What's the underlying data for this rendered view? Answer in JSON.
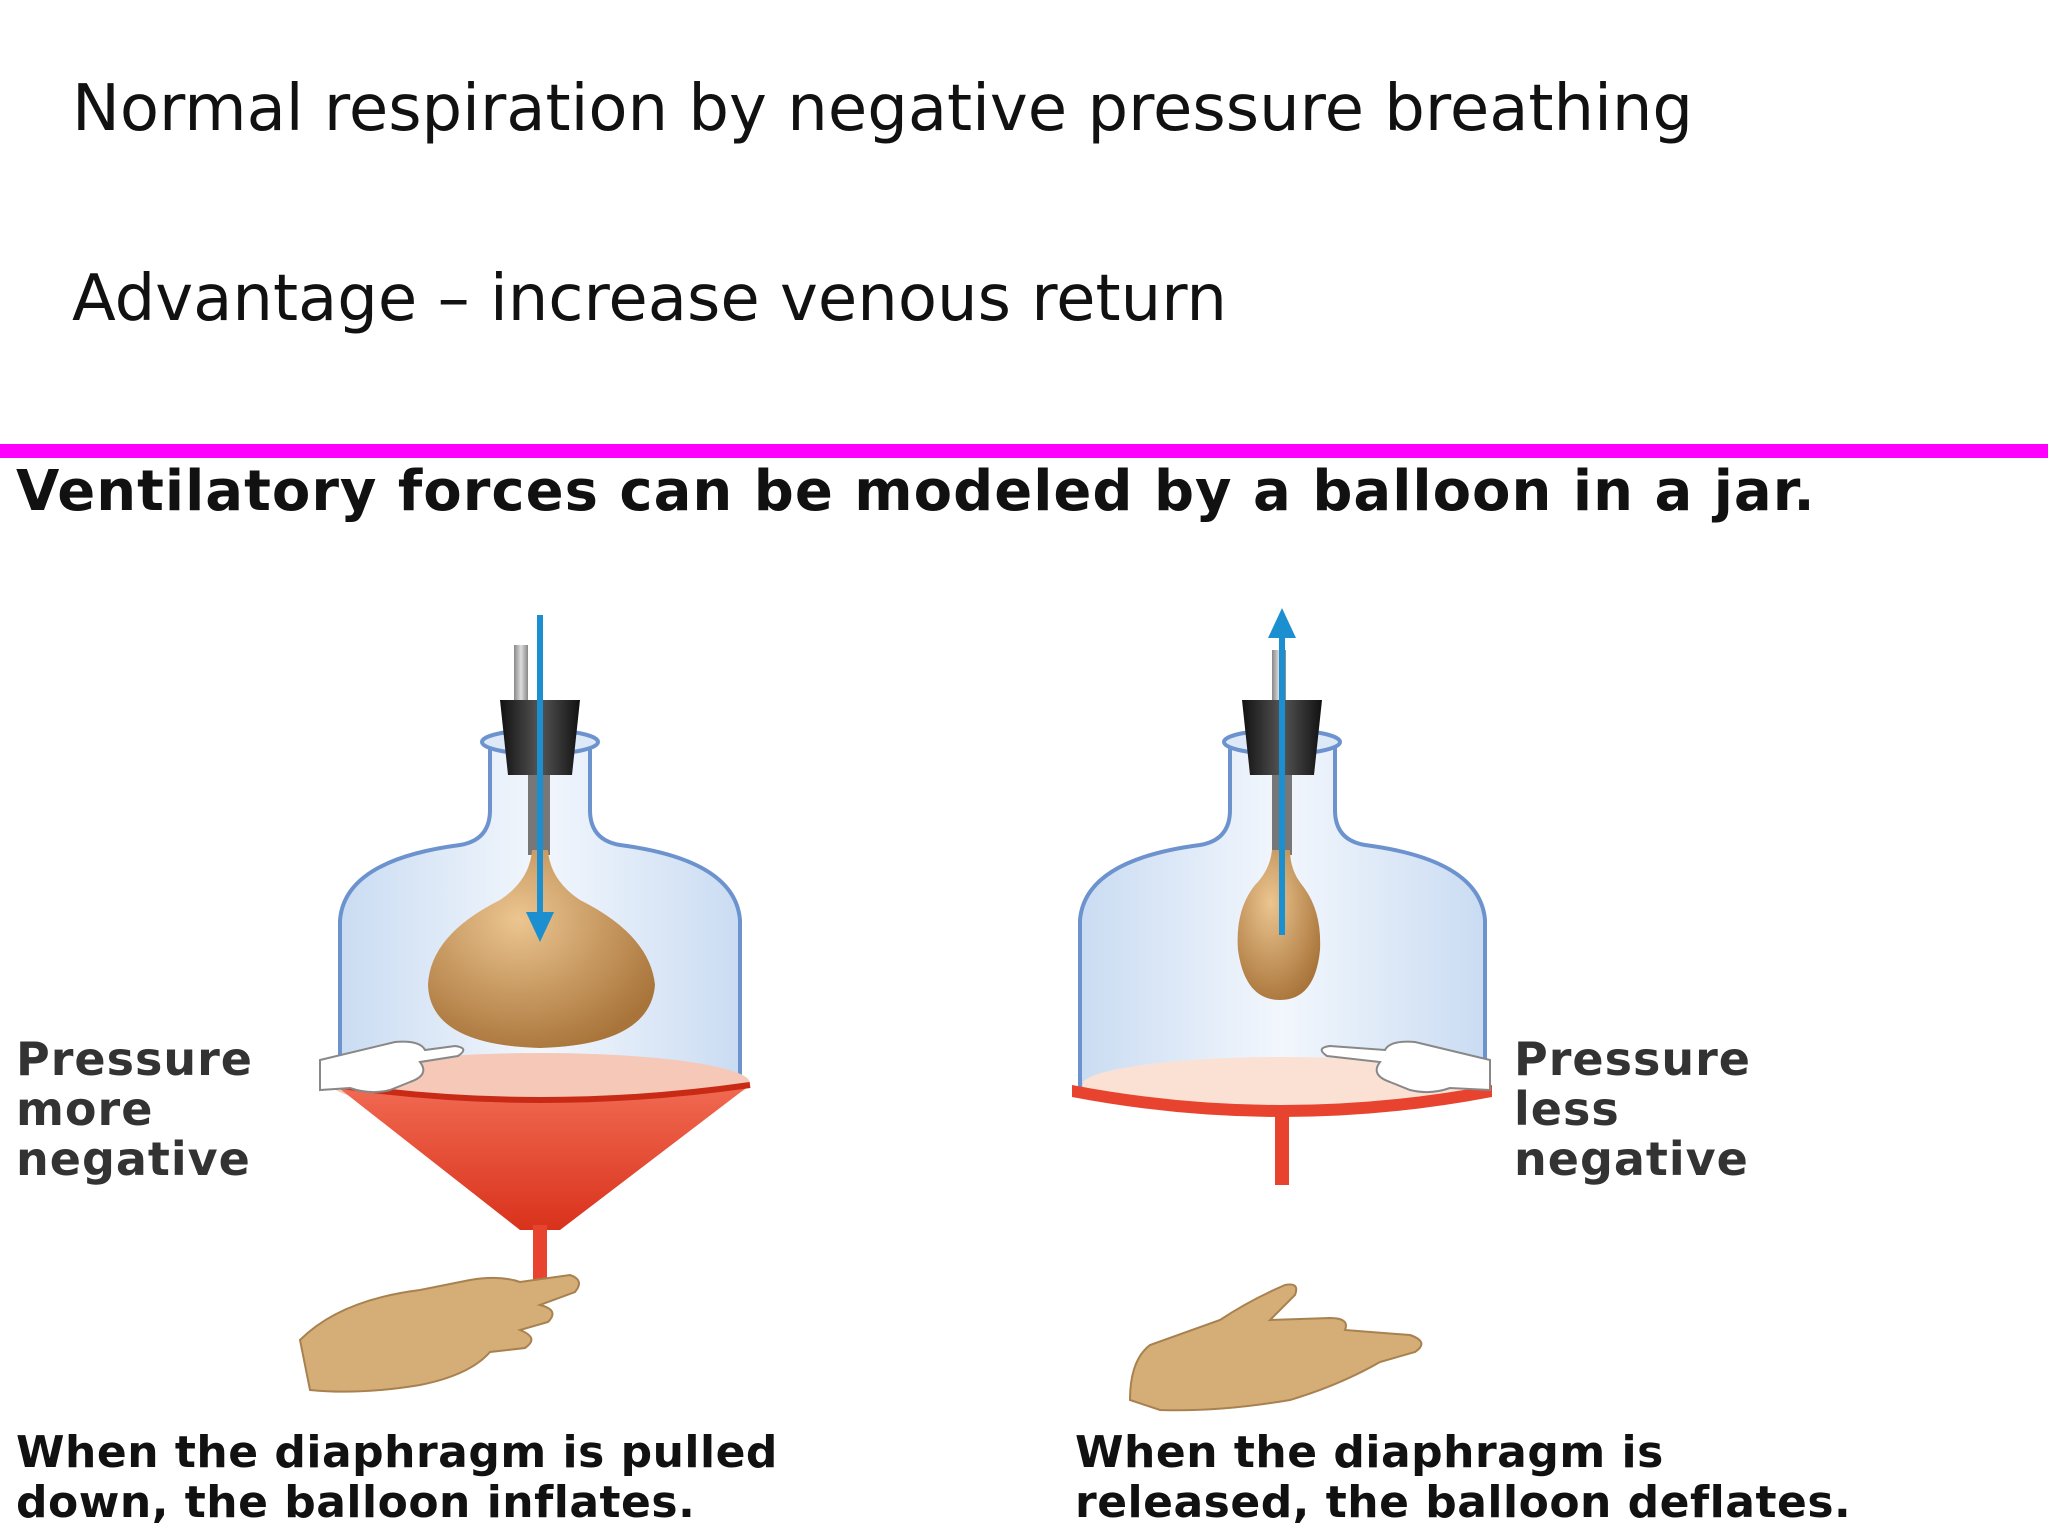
{
  "slide": {
    "line1": "Normal respiration by negative pressure breathing",
    "line2": "Advantage – increase venous return"
  },
  "figure": {
    "title": "Ventilatory forces can be modeled by a balloon in a jar.",
    "left_panel": {
      "label_lines": [
        "Pressure",
        "more",
        "negative"
      ],
      "caption_lines": [
        "When the diaphragm is pulled",
        "down, the balloon inflates."
      ]
    },
    "right_panel": {
      "label_lines": [
        "Pressure",
        "less",
        "negative"
      ],
      "caption_lines": [
        "When the diaphragm is",
        "released, the balloon deflates."
      ]
    }
  },
  "colors": {
    "divider": "#ff00ff",
    "arrow": "#1b8fd0",
    "diaphragm": "#e8432e",
    "balloon": "#c8955a",
    "jar": "#cfe0f5"
  }
}
